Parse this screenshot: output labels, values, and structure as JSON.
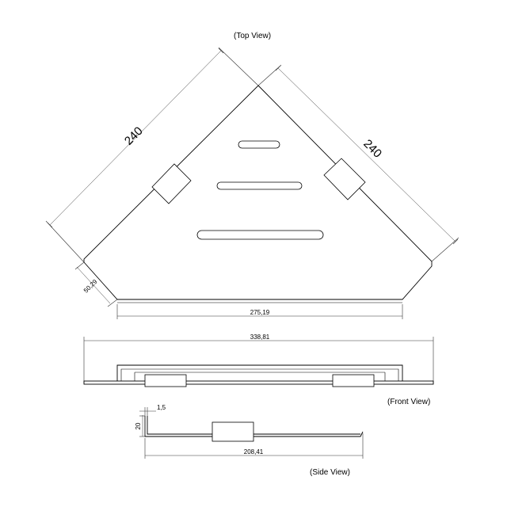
{
  "views": {
    "top": "(Top View)",
    "front": "(Front View)",
    "side": "(Side View)"
  },
  "dimensions": {
    "edge_left": "240",
    "edge_right": "240",
    "short_side": "50,29",
    "front_edge": "275,19",
    "overall_width": "338,81",
    "thickness": "1,5",
    "height": "20",
    "depth": "208,41"
  }
}
